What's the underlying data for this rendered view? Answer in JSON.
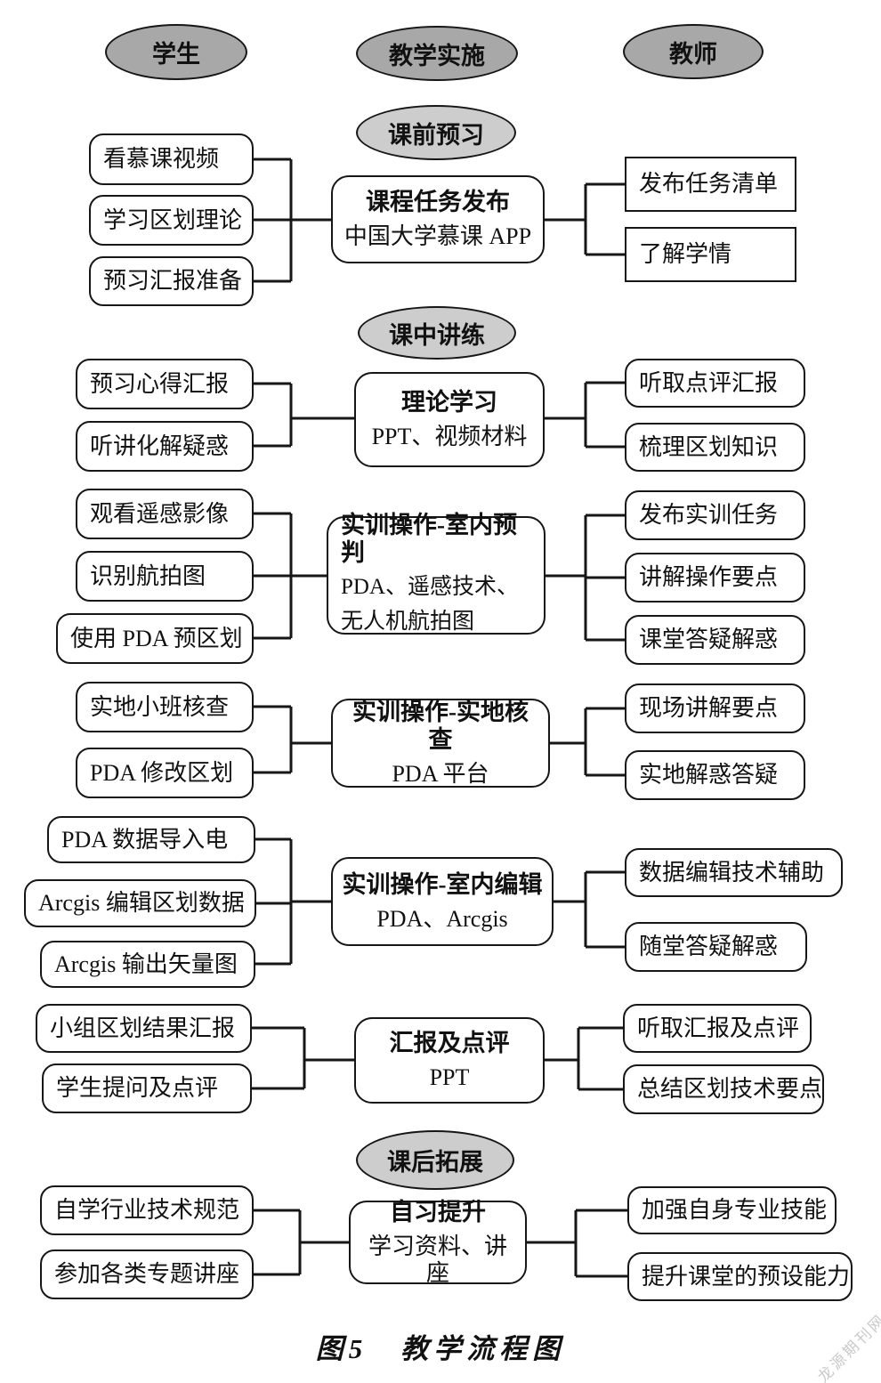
{
  "caption": "图5　教学流程图",
  "watermark": "龙源期刊网",
  "colors": {
    "header_fill": "#a8a8a8",
    "stage_fill": "#cdcdcd",
    "border": "#161616"
  },
  "columns": {
    "students": "学生",
    "implementation": "教学实施",
    "teacher": "教师"
  },
  "sections": [
    {
      "stage": "课前预习",
      "students": [
        "看慕课视频",
        "学习区划理论",
        "预习汇报准备"
      ],
      "center": {
        "title": "课程任务发布",
        "subtitle": "中国大学慕课 APP"
      },
      "teacher": [
        "发布任务清单",
        "了解学情"
      ]
    },
    {
      "stage": "课中讲练",
      "students": [
        "预习心得汇报",
        "听讲化解疑惑"
      ],
      "center": {
        "title": "理论学习",
        "subtitle": "PPT、视频材料"
      },
      "teacher": [
        "听取点评汇报",
        "梳理区划知识"
      ]
    },
    {
      "students": [
        "观看遥感影像",
        "识别航拍图",
        "使用 PDA 预区划"
      ],
      "center": {
        "title": "实训操作-室内预判",
        "subtitle": "PDA、遥感技术、无人机航拍图"
      },
      "teacher": [
        "发布实训任务",
        "讲解操作要点",
        "课堂答疑解惑"
      ]
    },
    {
      "students": [
        "实地小班核查",
        "PDA 修改区划"
      ],
      "center": {
        "title": "实训操作-实地核查",
        "subtitle": "PDA 平台"
      },
      "teacher": [
        "现场讲解要点",
        "实地解惑答疑"
      ]
    },
    {
      "students": [
        "PDA 数据导入电",
        "Arcgis 编辑区划数据",
        "Arcgis 输出矢量图"
      ],
      "center": {
        "title": "实训操作-室内编辑",
        "subtitle": "PDA、Arcgis"
      },
      "teacher": [
        "数据编辑技术辅助",
        "随堂答疑解惑"
      ]
    },
    {
      "students": [
        "小组区划结果汇报",
        "学生提问及点评"
      ],
      "center": {
        "title": "汇报及点评",
        "subtitle": "PPT"
      },
      "teacher": [
        "听取汇报及点评",
        "总结区划技术要点"
      ]
    },
    {
      "stage": "课后拓展",
      "students": [
        "自学行业技术规范",
        "参加各类专题讲座"
      ],
      "center": {
        "title": "自习提升",
        "subtitle": "学习资料、讲座"
      },
      "teacher": [
        "加强自身专业技能",
        "提升课堂的预设能力"
      ]
    }
  ]
}
